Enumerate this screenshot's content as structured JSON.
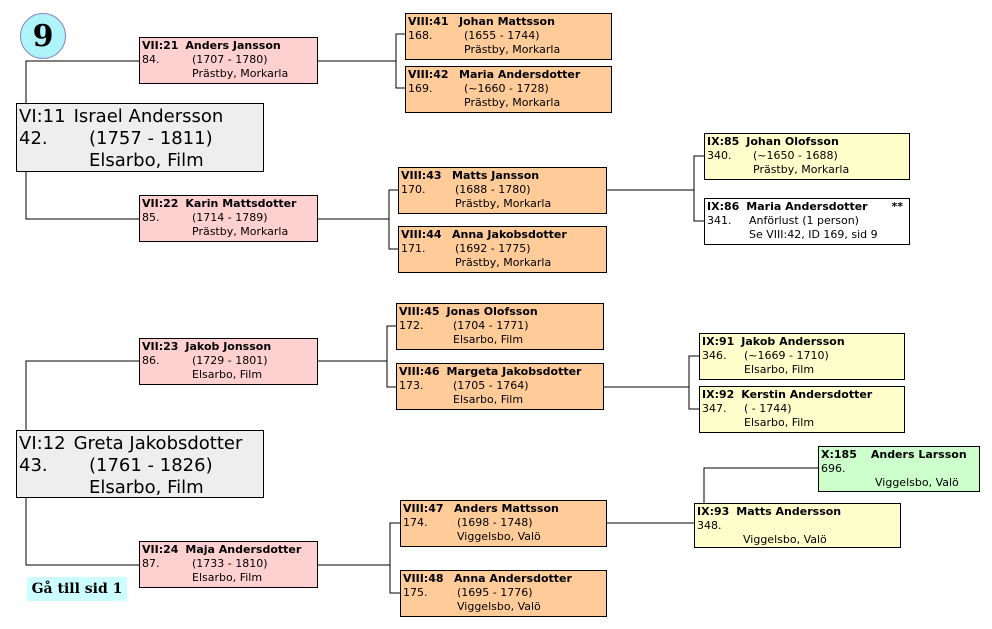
{
  "page_number": "9",
  "goto_label": "Gå till sid 1",
  "persons": {
    "vi11": {
      "code": "VI:11",
      "name": "Israel Andersson",
      "num": "42.",
      "dates": "(1757 - 1811)",
      "place": "Elsarbo, Film"
    },
    "vi12": {
      "code": "VI:12",
      "name": "Greta Jakobsdotter",
      "num": "43.",
      "dates": "(1761 - 1826)",
      "place": "Elsarbo, Film"
    },
    "vii21": {
      "code": "VII:21",
      "name": "Anders Jansson",
      "num": "84.",
      "dates": "(1707 - 1780)",
      "place": "Prästby, Morkarla"
    },
    "vii22": {
      "code": "VII:22",
      "name": "Karin Mattsdotter",
      "num": "85.",
      "dates": "(1714 - 1789)",
      "place": "Prästby, Morkarla"
    },
    "vii23": {
      "code": "VII:23",
      "name": "Jakob Jonsson",
      "num": "86.",
      "dates": "(1729 - 1801)",
      "place": "Elsarbo, Film"
    },
    "vii24": {
      "code": "VII:24",
      "name": "Maja Andersdotter",
      "num": "87.",
      "dates": "(1733 - 1810)",
      "place": "Elsarbo, Film"
    },
    "viii41": {
      "code": "VIII:41",
      "name": "Johan Mattsson",
      "num": "168.",
      "dates": "(1655 - 1744)",
      "place": "Prästby, Morkarla"
    },
    "viii42": {
      "code": "VIII:42",
      "name": "Maria Andersdotter",
      "num": "169.",
      "dates": "(~1660 - 1728)",
      "place": "Prästby, Morkarla"
    },
    "viii43": {
      "code": "VIII:43",
      "name": "Matts Jansson",
      "num": "170.",
      "dates": "(1688 - 1780)",
      "place": "Prästby, Morkarla"
    },
    "viii44": {
      "code": "VIII:44",
      "name": "Anna Jakobsdotter",
      "num": "171.",
      "dates": "(1692 - 1775)",
      "place": "Prästby, Morkarla"
    },
    "viii45": {
      "code": "VIII:45",
      "name": "Jonas Olofsson",
      "num": "172.",
      "dates": "(1704 - 1771)",
      "place": "Elsarbo, Film"
    },
    "viii46": {
      "code": "VIII:46",
      "name": "Margeta Jakobsdotter",
      "num": "173.",
      "dates": "(1705 - 1764)",
      "place": "Elsarbo, Film"
    },
    "viii47": {
      "code": "VIII:47",
      "name": "Anders Mattsson",
      "num": "174.",
      "dates": "(1698 - 1748)",
      "place": "Viggelsbo, Valö"
    },
    "viii48": {
      "code": "VIII:48",
      "name": "Anna Andersdotter",
      "num": "175.",
      "dates": "(1695 - 1776)",
      "place": "Viggelsbo, Valö"
    },
    "ix85": {
      "code": "IX:85",
      "name": "Johan Olofsson",
      "num": "340.",
      "dates": "(~1650 - 1688)",
      "place": "Prästby, Morkarla"
    },
    "ix86": {
      "code": "IX:86",
      "name": "Maria Andersdotter",
      "num": "341.",
      "dates": "Anförlust (1 person)",
      "place": "Se VIII:42, ID 169, sid 9",
      "stars": "**"
    },
    "ix91": {
      "code": "IX:91",
      "name": "Jakob Andersson",
      "num": "346.",
      "dates": "(~1669 - 1710)",
      "place": "Elsarbo, Film"
    },
    "ix92": {
      "code": "IX:92",
      "name": "Kerstin Andersdotter",
      "num": "347.",
      "dates": "( - 1744)",
      "place": "Elsarbo, Film"
    },
    "ix93": {
      "code": "IX:93",
      "name": "Matts Andersson",
      "num": "348.",
      "dates": "",
      "place": "Viggelsbo, Valö"
    },
    "x185": {
      "code": "X:185",
      "name": "Anders Larsson",
      "num": "696.",
      "dates": "",
      "place": "Viggelsbo, Valö"
    }
  }
}
